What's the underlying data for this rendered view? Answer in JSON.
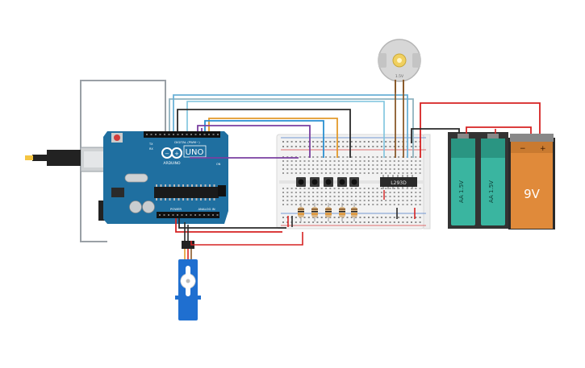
{
  "arduino": {
    "brand": "ARDUINO",
    "model": "UNO",
    "digital_label": "DIGITAL (PWM~)",
    "power_label": "POWER",
    "analog_label": "ANALOG IN",
    "tx_label": "TX",
    "rx_label": "RX",
    "on_label": "ON"
  },
  "chip": {
    "label": "L293D"
  },
  "batteries": [
    {
      "label": "AA 1.5V"
    },
    {
      "label": "AA 1.5V"
    },
    {
      "label": "9V"
    }
  ],
  "battery_9v": {
    "minus": "−",
    "plus": "+"
  },
  "motor": {
    "label": "1.5V"
  },
  "colors": {
    "red_wire": "#d62222",
    "black_wire": "#2a2a2a",
    "purple_wire": "#7a3fa0",
    "blue_wire": "#2a8fd0",
    "orange_wire": "#e39a2a",
    "gray_wire": "#9aa0a6",
    "brown_wire": "#8a5a2b",
    "board_blue": "#1f6fa0",
    "aa_green": "#3ab5a0",
    "nine_v_orange": "#e08a3a"
  }
}
